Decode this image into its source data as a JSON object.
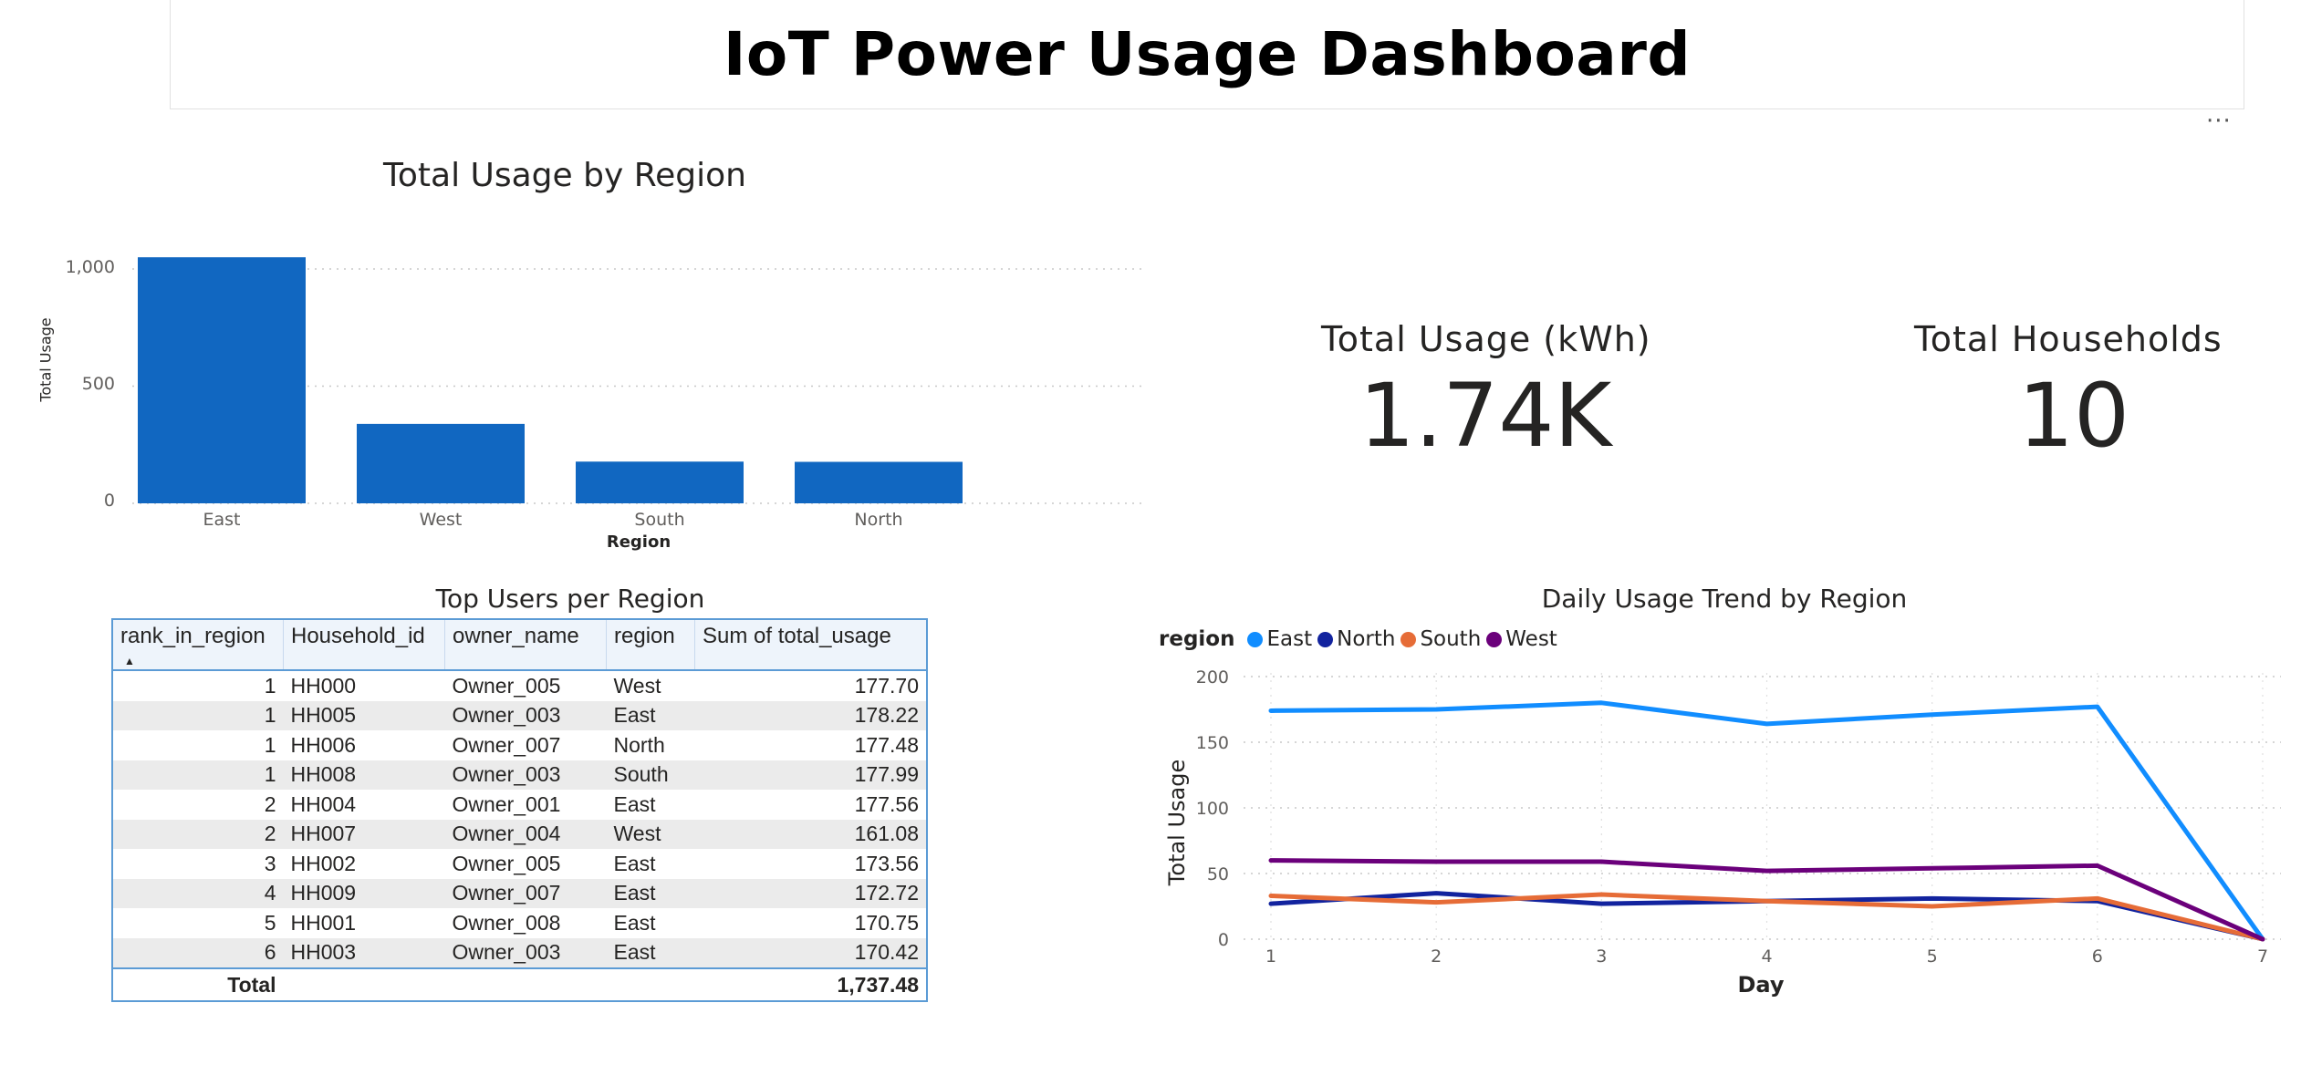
{
  "dashboard": {
    "title": "IoT Power Usage Dashboard",
    "more_icon": "more-options-icon"
  },
  "bar_chart": {
    "title": "Total Usage by Region",
    "y_ticks": [
      "1,000",
      "500",
      "0"
    ]
  },
  "kpis": [
    {
      "title": "Total Usage (kWh)",
      "value": "1.74K"
    },
    {
      "title": "Total Households",
      "value": "10"
    }
  ],
  "table": {
    "title": "Top Users per Region",
    "columns": [
      "rank_in_region",
      "Household_id",
      "owner_name",
      "region",
      "Sum of total_usage"
    ],
    "rows": [
      [
        "1",
        "HH000",
        "Owner_005",
        "West",
        "177.70"
      ],
      [
        "1",
        "HH005",
        "Owner_003",
        "East",
        "178.22"
      ],
      [
        "1",
        "HH006",
        "Owner_007",
        "North",
        "177.48"
      ],
      [
        "1",
        "HH008",
        "Owner_003",
        "South",
        "177.99"
      ],
      [
        "2",
        "HH004",
        "Owner_001",
        "East",
        "177.56"
      ],
      [
        "2",
        "HH007",
        "Owner_004",
        "West",
        "161.08"
      ],
      [
        "3",
        "HH002",
        "Owner_005",
        "East",
        "173.56"
      ],
      [
        "4",
        "HH009",
        "Owner_007",
        "East",
        "172.72"
      ],
      [
        "5",
        "HH001",
        "Owner_008",
        "East",
        "170.75"
      ],
      [
        "6",
        "HH003",
        "Owner_003",
        "East",
        "170.42"
      ]
    ],
    "total_label": "Total",
    "total_value": "1,737.48"
  },
  "line_chart": {
    "title": "Daily Usage Trend by Region",
    "legend_title": "region",
    "y_ticks": [
      "200",
      "150",
      "100",
      "50",
      "0"
    ]
  },
  "chart_data": [
    {
      "type": "bar",
      "title": "Total Usage by Region",
      "xlabel": "Region",
      "ylabel": "Total Usage",
      "categories": [
        "East",
        "West",
        "South",
        "North"
      ],
      "values": [
        1050,
        339,
        178,
        177
      ],
      "ylim": [
        0,
        1100
      ],
      "grid": true,
      "color": "#1167c1"
    },
    {
      "type": "line",
      "title": "Daily Usage Trend by Region",
      "xlabel": "Day",
      "ylabel": "Total Usage",
      "x": [
        1,
        2,
        3,
        4,
        5,
        6,
        7
      ],
      "ylim": [
        0,
        200
      ],
      "grid": true,
      "legend": "top-left",
      "series": [
        {
          "name": "East",
          "color": "#118dff",
          "values": [
            174,
            175,
            180,
            164,
            171,
            177,
            0
          ]
        },
        {
          "name": "North",
          "color": "#12239e",
          "values": [
            27,
            35,
            27,
            29,
            31,
            29,
            0
          ]
        },
        {
          "name": "South",
          "color": "#e66c37",
          "values": [
            33,
            28,
            34,
            29,
            25,
            31,
            0
          ]
        },
        {
          "name": "West",
          "color": "#6b007b",
          "values": [
            60,
            59,
            59,
            52,
            54,
            56,
            0
          ]
        }
      ]
    }
  ]
}
